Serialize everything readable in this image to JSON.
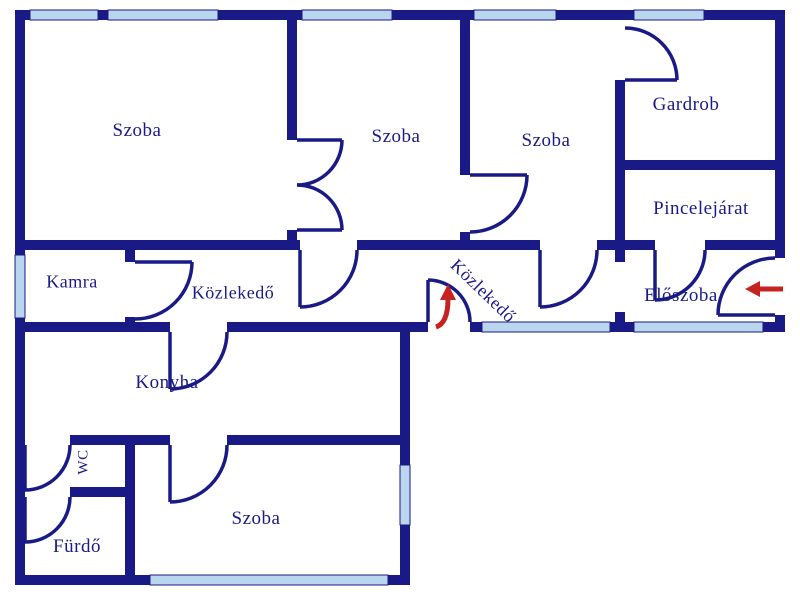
{
  "floor_plan": {
    "rooms": [
      {
        "id": "szoba-1",
        "label": "Szoba"
      },
      {
        "id": "szoba-2",
        "label": "Szoba"
      },
      {
        "id": "szoba-3",
        "label": "Szoba"
      },
      {
        "id": "gardrob",
        "label": "Gardrob"
      },
      {
        "id": "pincelejarat",
        "label": "Pincelejárat"
      },
      {
        "id": "kamra",
        "label": "Kamra"
      },
      {
        "id": "kozlekedo-1",
        "label": "Közlekedő"
      },
      {
        "id": "kozlekedo-2",
        "label": "Közlekedő"
      },
      {
        "id": "eloszoba",
        "label": "Előszoba"
      },
      {
        "id": "konyha",
        "label": "Konyha"
      },
      {
        "id": "wc",
        "label": "WC"
      },
      {
        "id": "furdo",
        "label": "Fürdő"
      },
      {
        "id": "szoba-4",
        "label": "Szoba"
      }
    ],
    "entrance_markers": [
      {
        "id": "main-entrance",
        "direction": "up"
      },
      {
        "id": "side-entrance",
        "direction": "left"
      }
    ],
    "colors": {
      "wall": "#1a1a87",
      "window": "#b9d6ee",
      "arrow_red": "#c62222",
      "label": "#1a1a87",
      "background": "#ffffff"
    }
  }
}
